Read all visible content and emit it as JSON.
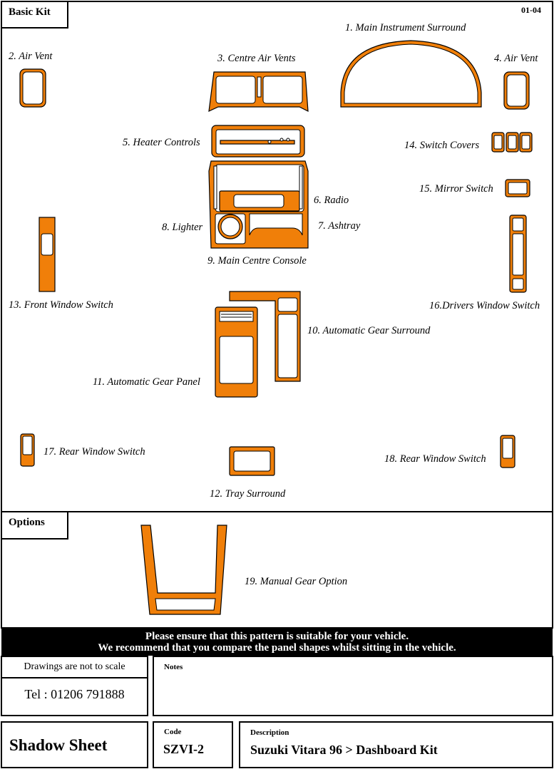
{
  "sheet_code": "01-04",
  "sections": {
    "basic_kit": "Basic Kit",
    "options": "Options"
  },
  "parts": [
    {
      "num": "1",
      "label": "1. Main Instrument Surround"
    },
    {
      "num": "2",
      "label": "2. Air Vent"
    },
    {
      "num": "3",
      "label": "3. Centre Air Vents"
    },
    {
      "num": "4",
      "label": "4. Air Vent"
    },
    {
      "num": "5",
      "label": "5. Heater Controls"
    },
    {
      "num": "6",
      "label": "6. Radio"
    },
    {
      "num": "7",
      "label": "7. Ashtray"
    },
    {
      "num": "8",
      "label": "8. Lighter"
    },
    {
      "num": "9",
      "label": "9. Main Centre Console"
    },
    {
      "num": "10",
      "label": "10. Automatic Gear Surround"
    },
    {
      "num": "11",
      "label": "11. Automatic Gear Panel"
    },
    {
      "num": "12",
      "label": "12. Tray Surround"
    },
    {
      "num": "13",
      "label": "13. Front Window Switch"
    },
    {
      "num": "14",
      "label": "14. Switch Covers"
    },
    {
      "num": "15",
      "label": "15. Mirror Switch"
    },
    {
      "num": "16",
      "label": "16.Drivers Window Switch"
    },
    {
      "num": "17",
      "label": "17. Rear Window Switch"
    },
    {
      "num": "18",
      "label": "18. Rear Window Switch"
    },
    {
      "num": "19",
      "label": "19. Manual Gear Option"
    }
  ],
  "banner": {
    "line1": "Please ensure that this pattern is suitable for your vehicle.",
    "line2": "We recommend that you compare the panel shapes whilst sitting in the vehicle."
  },
  "footer": {
    "scale_note": "Drawings are not to scale",
    "tel": "Tel : 01206 791888",
    "notes_label": "Notes",
    "sheet_title": "Shadow Sheet",
    "code_label": "Code",
    "code_value": "SZVI-2",
    "description_label": "Description",
    "description_value": "Suzuki Vitara 96 > Dashboard Kit"
  },
  "colors": {
    "panel_fill": "#f07f09",
    "banner_bg": "#000000"
  }
}
